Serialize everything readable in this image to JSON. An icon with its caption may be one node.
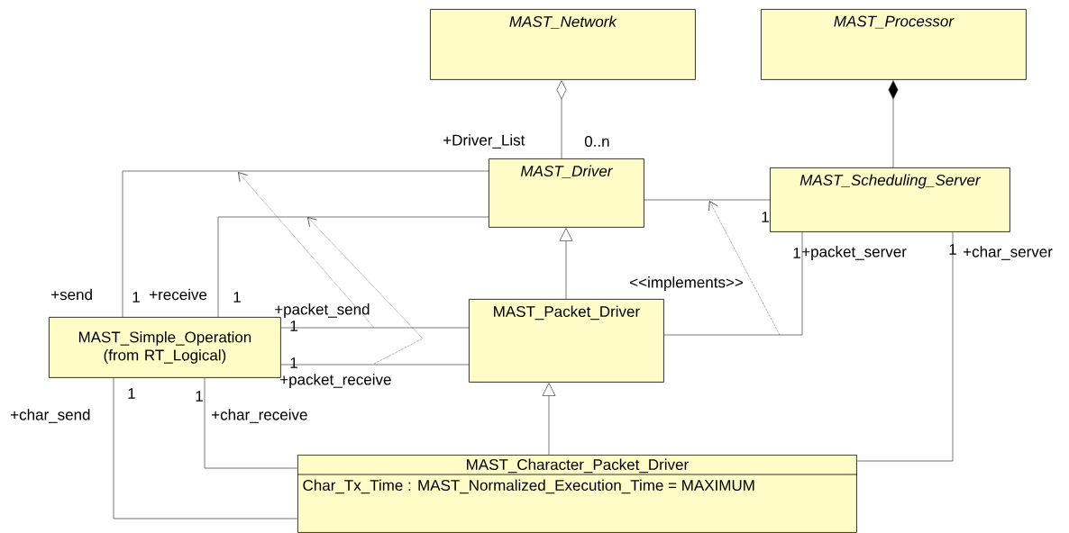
{
  "diagram": {
    "nodes": [
      {
        "text": [
          "MAST_Network"
        ]
      },
      {
        "text": [
          "MAST_Processor"
        ]
      },
      {
        "text": [
          "MAST_Driver"
        ]
      },
      {
        "text": [
          "MAST_Scheduling_Server"
        ]
      },
      {
        "text": [
          "MAST_Simple_Operation (from RT_Logical)"
        ]
      },
      {
        "text": [
          "MAST_Packet_Driver"
        ]
      },
      {
        "text": [
          "MAST_Character_Packet_Driver",
          "Char_Tx_Time : MAST_Normalized_Execution_Time = MAXIMUM"
        ]
      }
    ],
    "edges": [
      {
        "from": 2,
        "to": 0,
        "arrow": "other"
      },
      {
        "from": 3,
        "to": 1,
        "arrow": "other"
      },
      {
        "from": 4,
        "to": 2,
        "arrow": "none"
      },
      {
        "from": 4,
        "to": 2,
        "arrow": "none"
      },
      {
        "from": 4,
        "to": 5,
        "arrow": "none"
      },
      {
        "from": 4,
        "to": 5,
        "arrow": "none"
      },
      {
        "from": 4,
        "to": 6,
        "arrow": "none"
      },
      {
        "from": 4,
        "to": 6,
        "arrow": "none"
      },
      {
        "from": 2,
        "to": 3,
        "arrow": "none"
      },
      {
        "from": 5,
        "to": 2,
        "arrow": "to"
      },
      {
        "from": 6,
        "to": 5,
        "arrow": "to"
      },
      {
        "from": 5,
        "to": 3,
        "arrow": "none"
      },
      {
        "from": 6,
        "to": 3,
        "arrow": "none"
      }
    ],
    "labels": [
      "+Driver_List",
      "0..n",
      "1",
      "+send",
      "1",
      "+receive",
      "1",
      "1",
      "+packet_server",
      "1",
      "+char_server",
      "<<implements>>",
      "+packet_send",
      "1",
      "1",
      "+packet_receive",
      "1",
      "1",
      "+char_send",
      "+char_receive"
    ]
  }
}
